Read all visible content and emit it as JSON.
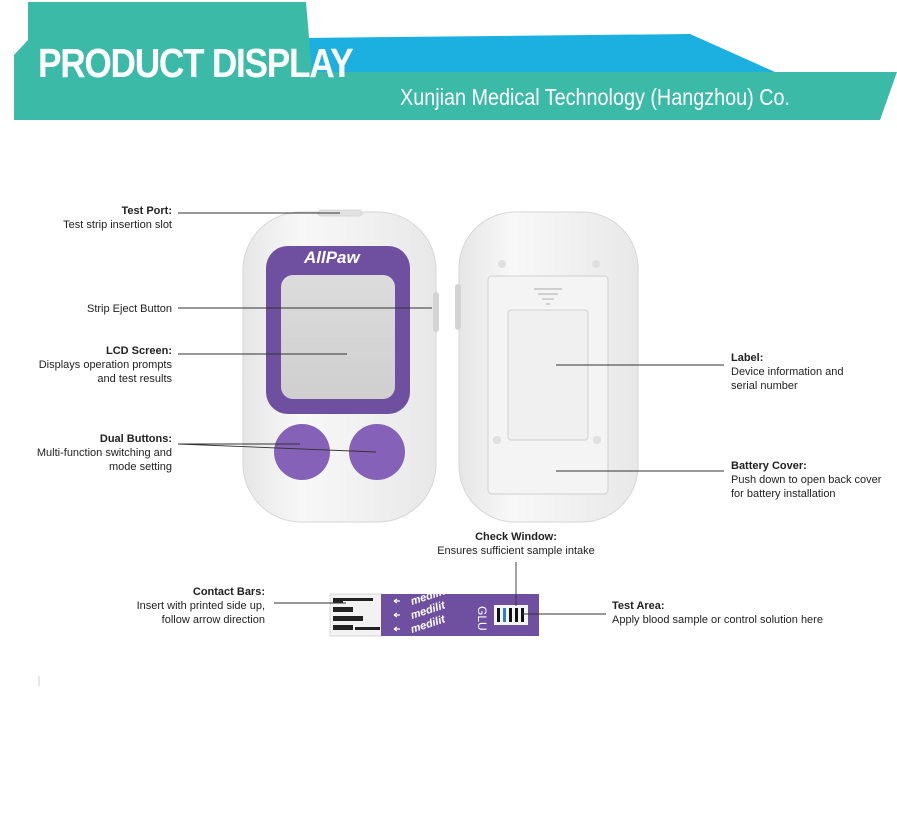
{
  "header": {
    "title": "PRODUCT DISPLAY",
    "company": "Xunjian Medical Technology (Hangzhou) Co."
  },
  "device": {
    "brand": "AllPaw"
  },
  "strip": {
    "brand_text": "medilit",
    "code": "GLU"
  },
  "labels": {
    "test_port": {
      "title": "Test Port:",
      "desc": "Test strip insertion slot"
    },
    "strip_eject": {
      "title": "Strip Eject Button"
    },
    "lcd_screen": {
      "title": "LCD Screen:",
      "desc1": "Displays operation prompts",
      "desc2": "and test results"
    },
    "dual_buttons": {
      "title": "Dual Buttons:",
      "desc1": "Multi-function switching and",
      "desc2": "mode setting"
    },
    "label": {
      "title": "Label:",
      "desc1": "Device information and",
      "desc2": "serial number"
    },
    "battery_cover": {
      "title": "Battery Cover:",
      "desc1": "Push down to open back cover",
      "desc2": "for battery installation"
    },
    "check_window": {
      "title": "Check Window:",
      "desc": "Ensures sufficient sample intake"
    },
    "contact_bars": {
      "title": "Contact Bars:",
      "desc1": "Insert with printed side up,",
      "desc2": "follow arrow direction"
    },
    "test_area": {
      "title": "Test Area:",
      "desc": "Apply blood sample or control solution here"
    }
  },
  "colors": {
    "teal": "#3cbaa8",
    "cyan": "#1bb0e0",
    "purple": "#6e4fa0",
    "device_white": "#f2f2f2"
  }
}
